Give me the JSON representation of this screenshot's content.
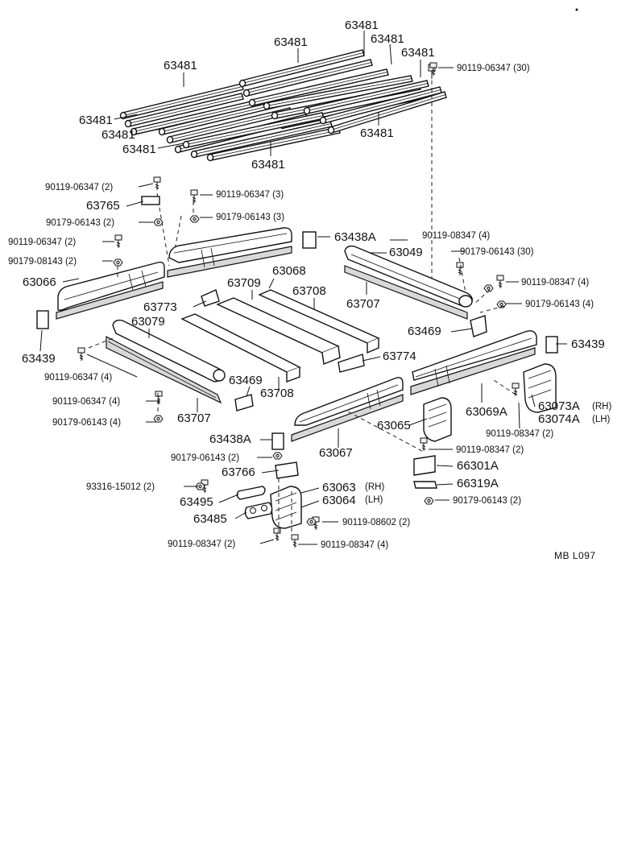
{
  "figure_ref": "MB L097",
  "callouts": [
    {
      "id": "c1",
      "text": "63481"
    },
    {
      "id": "c2",
      "text": "63481"
    },
    {
      "id": "c3",
      "text": "63481"
    },
    {
      "id": "c4",
      "text": "63481"
    },
    {
      "id": "c5",
      "text": "63481"
    },
    {
      "id": "c6",
      "text": "63481"
    },
    {
      "id": "c7",
      "text": "63481"
    },
    {
      "id": "c8",
      "text": "63481"
    },
    {
      "id": "c9",
      "text": "63481"
    },
    {
      "id": "c10",
      "text": "63481"
    },
    {
      "id": "c11",
      "text": "90119-06347 (30)"
    },
    {
      "id": "c12",
      "text": "90119-06347 (2)"
    },
    {
      "id": "c13",
      "text": "63765"
    },
    {
      "id": "c14",
      "text": "90179-06143 (2)"
    },
    {
      "id": "c15",
      "text": "90119-06347 (2)"
    },
    {
      "id": "c16",
      "text": "90179-08143 (2)"
    },
    {
      "id": "c17",
      "text": "63066"
    },
    {
      "id": "c18",
      "text": "90119-06347 (3)"
    },
    {
      "id": "c19",
      "text": "90179-06143 (3)"
    },
    {
      "id": "c20",
      "text": "63438A"
    },
    {
      "id": "c21",
      "text": "90119-08347 (4)"
    },
    {
      "id": "c22",
      "text": "63049"
    },
    {
      "id": "c23",
      "text": "90179-06143 (30)"
    },
    {
      "id": "c24",
      "text": "63068"
    },
    {
      "id": "c25",
      "text": "63709"
    },
    {
      "id": "c26",
      "text": "63708"
    },
    {
      "id": "c27",
      "text": "63707"
    },
    {
      "id": "c28",
      "text": "90119-08347 (4)"
    },
    {
      "id": "c29",
      "text": "90179-06143 (4)"
    },
    {
      "id": "c30",
      "text": "63773"
    },
    {
      "id": "c31",
      "text": "63079"
    },
    {
      "id": "c32",
      "text": "63469"
    },
    {
      "id": "c33",
      "text": "63439"
    },
    {
      "id": "c34",
      "text": "63439"
    },
    {
      "id": "c35",
      "text": "63774"
    },
    {
      "id": "c36",
      "text": "90119-06347 (4)"
    },
    {
      "id": "c37",
      "text": "63469"
    },
    {
      "id": "c38",
      "text": "90119-06347 (4)"
    },
    {
      "id": "c39",
      "text": "63708"
    },
    {
      "id": "c40",
      "text": "90179-06143 (4)"
    },
    {
      "id": "c41",
      "text": "63707"
    },
    {
      "id": "c42",
      "text": "63065"
    },
    {
      "id": "c43",
      "text": "63069A"
    },
    {
      "id": "c44",
      "text": "63073A"
    },
    {
      "id": "c45",
      "text": "(RH)"
    },
    {
      "id": "c46",
      "text": "63074A"
    },
    {
      "id": "c47",
      "text": "(LH)"
    },
    {
      "id": "c48",
      "text": "90119-08347 (2)"
    },
    {
      "id": "c49",
      "text": "63438A"
    },
    {
      "id": "c50",
      "text": "63067"
    },
    {
      "id": "c51",
      "text": "90119-08347 (2)"
    },
    {
      "id": "c52",
      "text": "90179-06143 (2)"
    },
    {
      "id": "c53",
      "text": "63766"
    },
    {
      "id": "c54",
      "text": "66301A"
    },
    {
      "id": "c55",
      "text": "93316-15012 (2)"
    },
    {
      "id": "c56",
      "text": "66319A"
    },
    {
      "id": "c57",
      "text": "63063"
    },
    {
      "id": "c58",
      "text": "(RH)"
    },
    {
      "id": "c59",
      "text": "63495"
    },
    {
      "id": "c60",
      "text": "63064"
    },
    {
      "id": "c61",
      "text": "(LH)"
    },
    {
      "id": "c62",
      "text": "90179-06143 (2)"
    },
    {
      "id": "c63",
      "text": "63485"
    },
    {
      "id": "c64",
      "text": "90119-08602 (2)"
    },
    {
      "id": "c65",
      "text": "90119-08347 (2)"
    },
    {
      "id": "c66",
      "text": "90119-08347 (4)"
    }
  ]
}
